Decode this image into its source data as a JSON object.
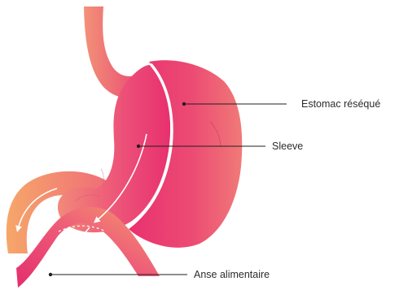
{
  "labels": {
    "resected_stomach": "Estomac réséqué",
    "sleeve": "Sleeve",
    "alimentary_limb": "Anse alimentaire"
  },
  "colors": {
    "organ_dark": "#e8306e",
    "organ_mid": "#ee5f7a",
    "organ_light": "#f6a56a",
    "arrow": "#ffffff",
    "leader": "#1f1f1f",
    "text": "#2b2b2b"
  }
}
